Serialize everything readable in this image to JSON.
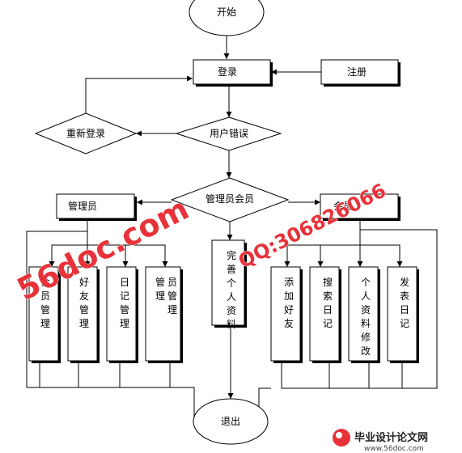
{
  "nodes": {
    "start": "开始",
    "login": "登录",
    "register": "注册",
    "relogin": "重新登录",
    "user_error": "用户错误",
    "role_check": "管理员会员",
    "admin": "管理员",
    "member": "会员",
    "member_mgmt": "会员管理",
    "friend_mgmt": "好友管理",
    "diary_mgmt": "日记管理",
    "admin_mgmt": "管理员管理",
    "complete_profile": "完善个人资料",
    "add_friend": "添加好友",
    "search_diary": "搜索日记",
    "edit_profile": "个人资料修改",
    "post_diary": "发表日记",
    "exit": "退出"
  },
  "watermark": {
    "site": "56doc.com",
    "qq": "QQ:306826066"
  },
  "footer": {
    "title": "毕业设计论文网",
    "url": "www.56doc.com"
  },
  "colors": {
    "watermark": "#e8323a",
    "line": "#000000"
  }
}
